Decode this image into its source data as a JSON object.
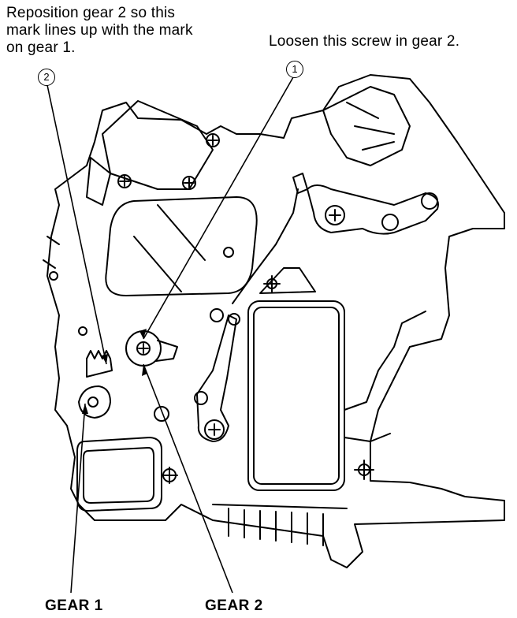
{
  "notes": {
    "reposition_lines": [
      "Reposition gear 2 so this",
      "mark lines up with the mark",
      "on gear 1."
    ],
    "loosen": "Loosen this screw in gear 2."
  },
  "callouts": {
    "one": "1",
    "two": "2"
  },
  "labels": {
    "gear1": "GEAR 1",
    "gear2": "GEAR 2"
  },
  "colors": {
    "line": "#000000",
    "background": "#ffffff"
  }
}
